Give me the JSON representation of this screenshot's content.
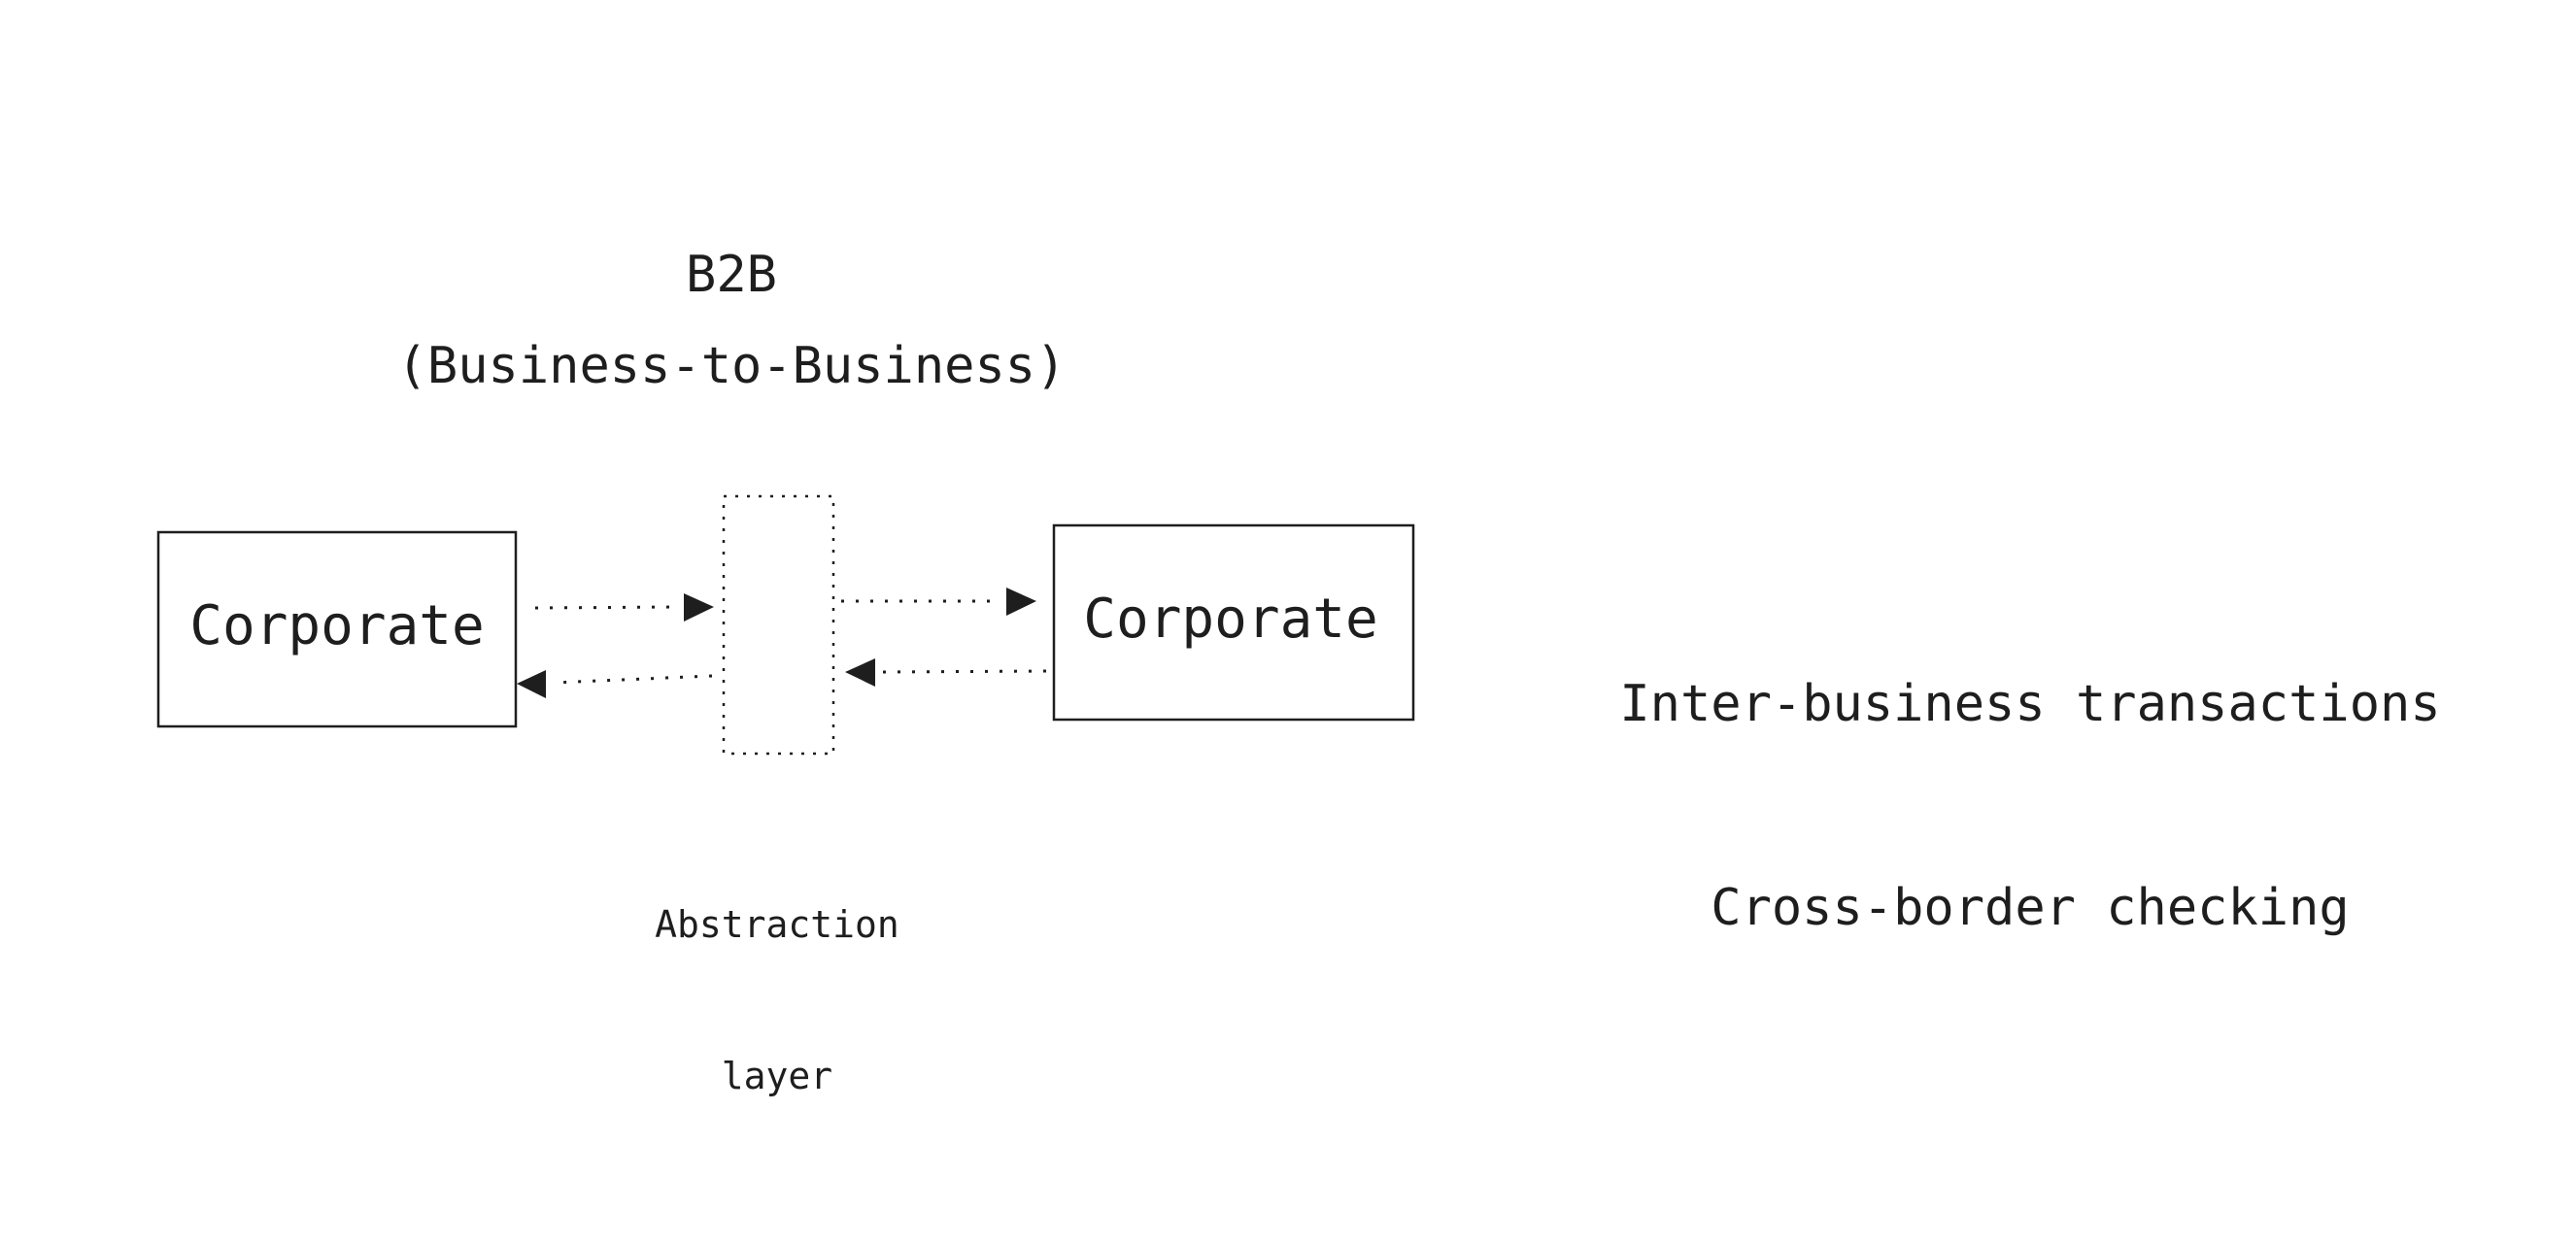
{
  "diagram": {
    "title": "B2B",
    "subtitle": "(Business-to-Business)",
    "left_entity": "Corporate",
    "right_entity": "Corporate",
    "middle_layer": {
      "caption_line1": "Abstraction",
      "caption_line2": "layer"
    },
    "notes": {
      "line1": "Inter-business transactions",
      "line2": "Cross-border checking"
    }
  },
  "colors": {
    "stroke": "#1e1e1e",
    "background": "#ffffff"
  }
}
